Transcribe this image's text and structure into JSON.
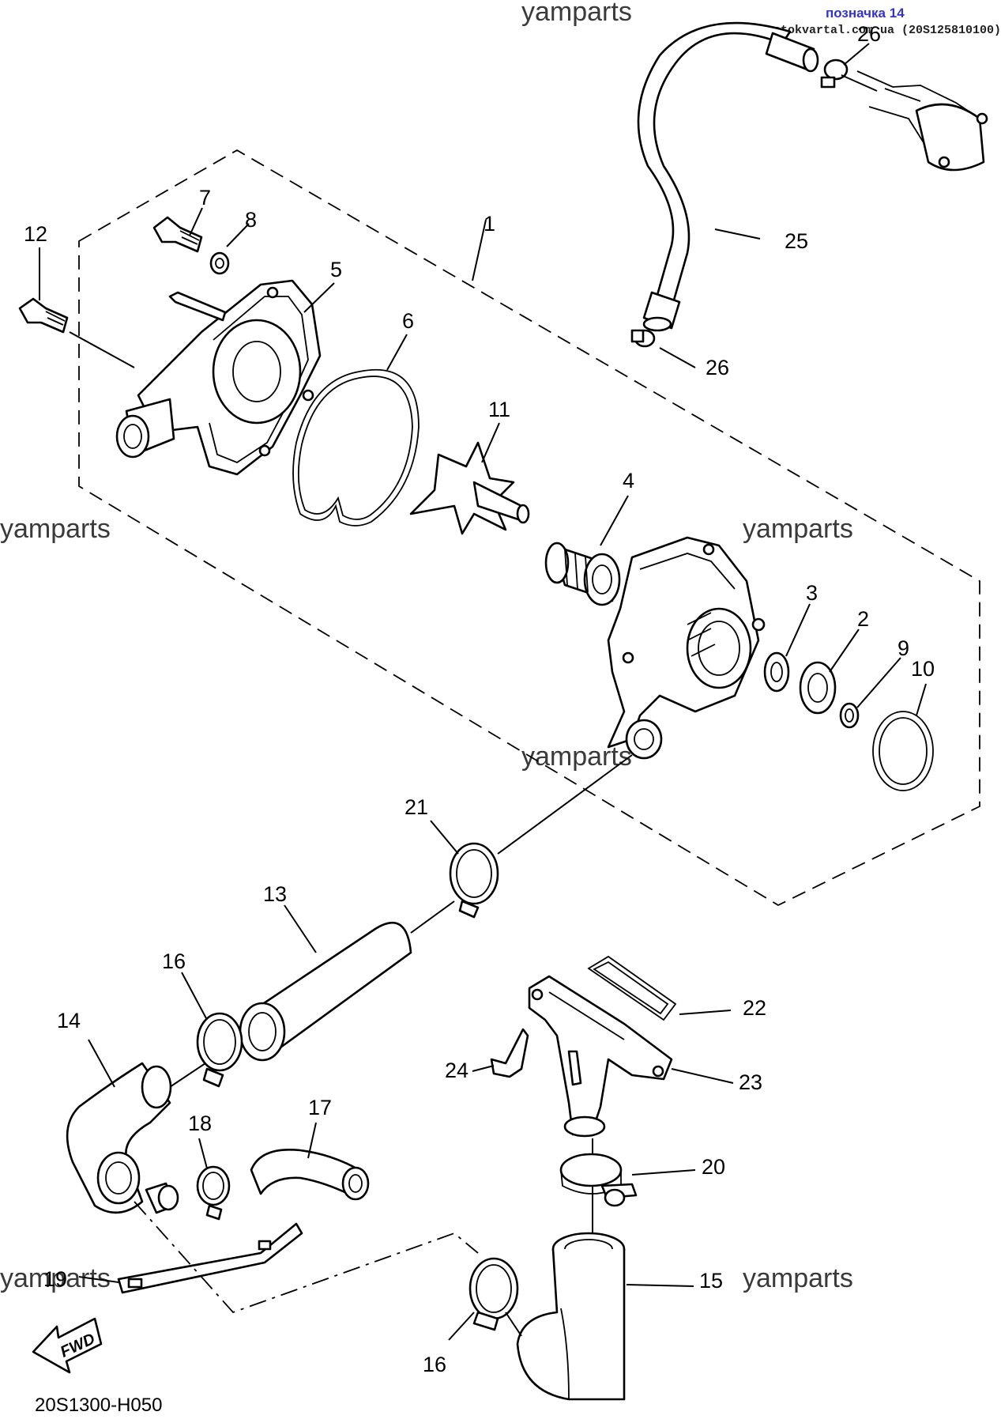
{
  "header": {
    "label": "позначка 14",
    "source": "motokvartal.com.ua (20S125810100)"
  },
  "watermark": "yamparts",
  "diagram_code": "20S1300-H050",
  "direction_arrow": {
    "label": "FWD",
    "icon": "fwd-arrow-icon"
  },
  "callouts": [
    "1",
    "2",
    "3",
    "4",
    "5",
    "6",
    "7",
    "8",
    "9",
    "10",
    "11",
    "12",
    "13",
    "14",
    "15",
    "16",
    "16",
    "17",
    "18",
    "19",
    "20",
    "21",
    "22",
    "23",
    "24",
    "25",
    "26",
    "26"
  ],
  "colors": {
    "ink": "#000000",
    "header_label": "#3333cc",
    "watermark": "#3a3a3a"
  }
}
